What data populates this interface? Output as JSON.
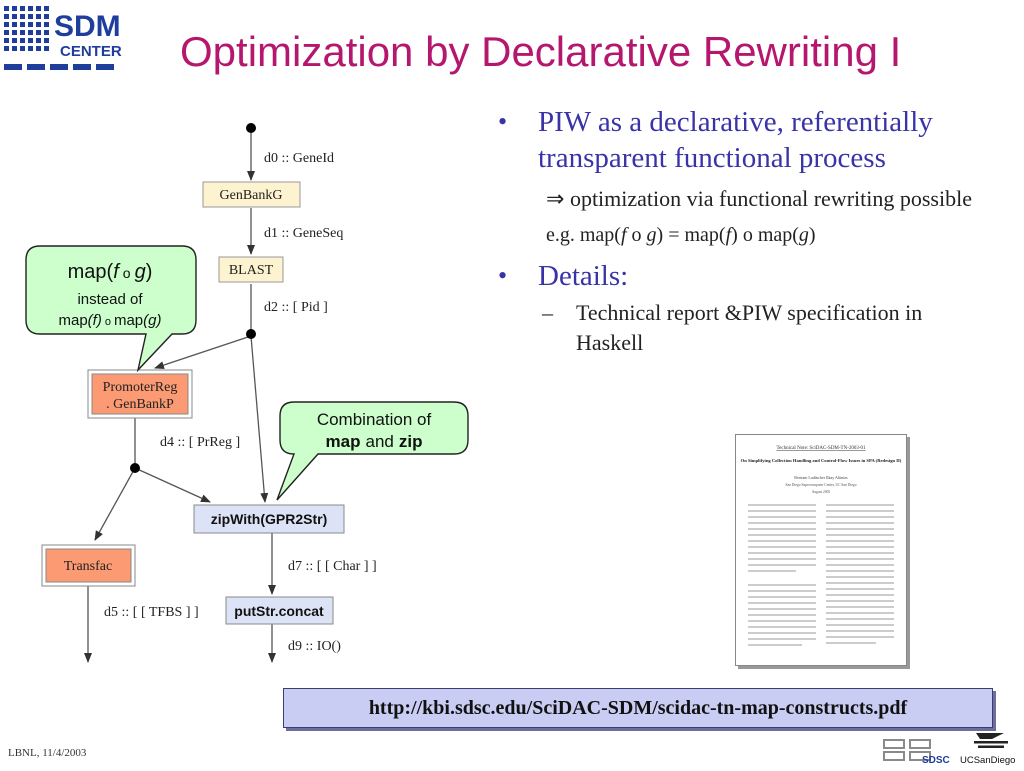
{
  "header": {
    "logo_line1": "SDM",
    "logo_line2": "CENTER",
    "title": "Optimization by Declarative Rewriting I"
  },
  "diagram": {
    "edges": {
      "d0": "d0 :: GeneId",
      "d1": "d1 :: GeneSeq",
      "d2": "d2 :: [ Pid ]",
      "d4": "d4 :: [ PrReg ]",
      "d5": "d5 :: [ [ TFBS ] ]",
      "d7": "d7 :: [ [ Char ] ]",
      "d9": "d9 :: IO()"
    },
    "nodes": {
      "genbankg": "GenBankG",
      "blast": "BLAST",
      "promoter_line1": "PromoterReg",
      "promoter_line2": ". GenBankP",
      "transfac": "Transfac",
      "zipwith": "zipWith(GPR2Str)",
      "putstr": "putStr.concat"
    },
    "callout_map": {
      "line1_func": "map",
      "line1_open": "(",
      "line1_f": "f",
      "line1_o": "o",
      "line1_g": "g",
      "line1_close": ")",
      "line2": "instead of",
      "line3_map1": "map",
      "line3_f": "(f)",
      "line3_o": "o",
      "line3_map2": "map",
      "line3_g": "(g)"
    },
    "callout_zip": {
      "line1": "Combination of",
      "map": "map",
      "and": "and",
      "zip": "zip"
    }
  },
  "bullets": {
    "b1": "PIW as a declarative, referentially transparent functional process",
    "b1_sub_arrow": "⇒",
    "b1_sub": "optimization via functional rewriting possible",
    "eg_prefix": "e.g. map(",
    "eg_f": "f",
    "eg_o": " o ",
    "eg_g": "g",
    "eg_mid": ") = map(",
    "eg_f2": "f",
    "eg_mid2": ") o map(",
    "eg_g2": "g",
    "eg_end": ")",
    "b2": "Details:",
    "b2_dash": "–",
    "b2_sub": "Technical report &PIW specification in Haskell"
  },
  "document_thumbnail": {
    "header": "Technical Note: SciDAC-SDM-TN-2003-01",
    "title": "On Simplifying Collection Handling and Control-Flow Issues in SPA (Redesign II)",
    "authors": "Bertram Ludäscher     Ilkay Altintas",
    "affiliation": "San Diego Supercomputer Center, UC San Diego",
    "date": "August 2003"
  },
  "url": "http://kbi.sdsc.edu/SciDAC-SDM/scidac-tn-map-constructs.pdf",
  "footer": "LBNL, 11/4/2003",
  "footer_logos": {
    "sdsc": "SDSC",
    "ucsd": "UCSanDiego"
  },
  "colors": {
    "title": "#b5176f",
    "bullet": "#3a33a8",
    "node_fill_yellow": "#fdf3d0",
    "node_fill_orange": "#fb9a73",
    "node_fill_blue": "#dde3f6",
    "callout_fill": "#ccffcc",
    "url_bar": "#c9cdf3",
    "logo_blue": "#1f3e9c"
  }
}
